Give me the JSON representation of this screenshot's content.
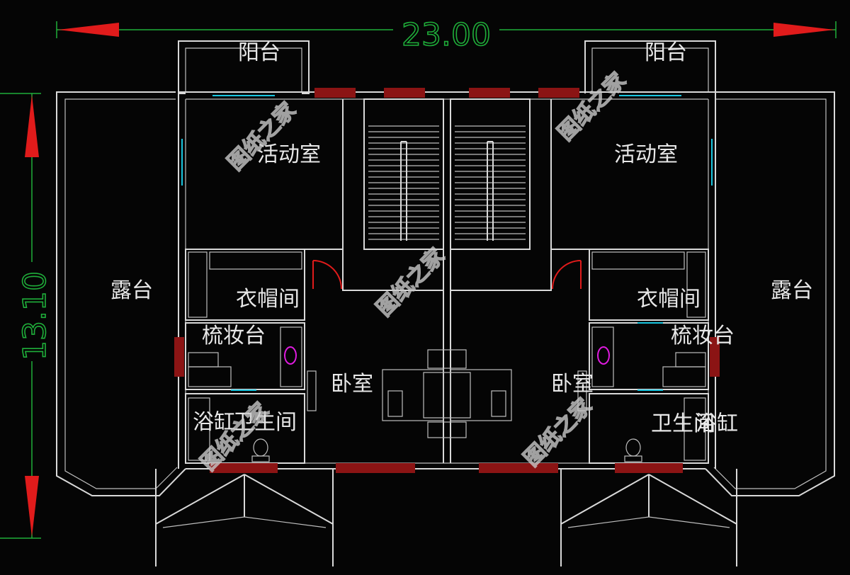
{
  "colors": {
    "background": "#050505",
    "wall": "#d9d9d9",
    "dimension": "#1fae3a",
    "arrow": "#e01b1b",
    "window_frame": "#8b1414",
    "glass": "#19c6e0",
    "fixture": "#e01be0"
  },
  "dimensions": {
    "width": "23.00",
    "depth": "13.10"
  },
  "rooms": {
    "left": {
      "balcony": "阳台",
      "activity": "活动室",
      "terrace": "露台",
      "closet": "衣帽间",
      "dresser": "梳妆台",
      "bedroom": "卧室",
      "bath": "浴缸",
      "bath_room": "卫生间"
    },
    "right": {
      "balcony": "阳台",
      "activity": "活动室",
      "terrace": "露台",
      "closet": "衣帽间",
      "dresser": "梳妆台",
      "bedroom": "卧室",
      "bath": "浴缸",
      "bath_room": "卫生间"
    }
  },
  "watermark": "图纸之家"
}
